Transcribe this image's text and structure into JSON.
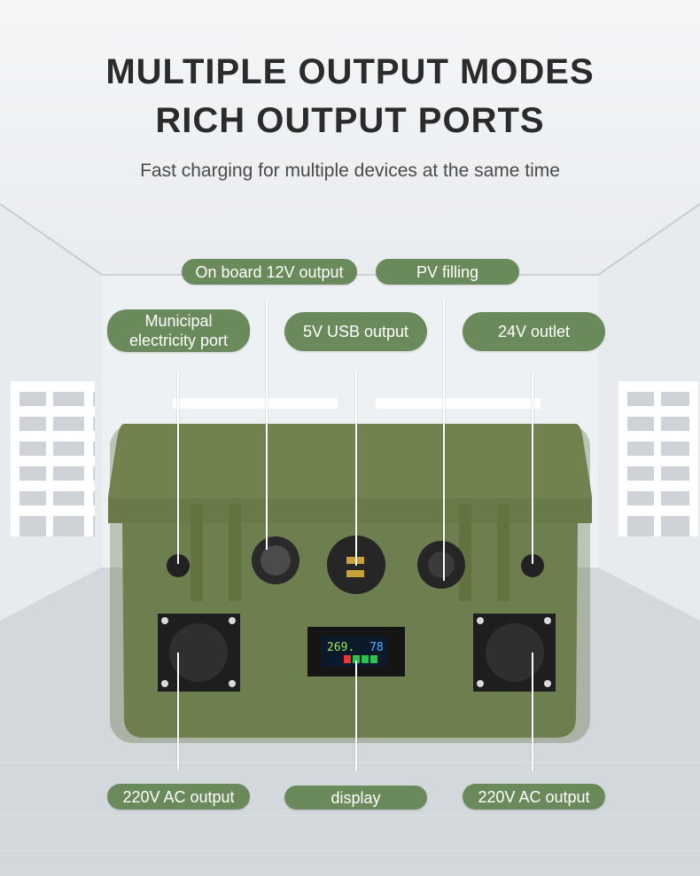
{
  "heading": {
    "line1": "MULTIPLE OUTPUT MODES",
    "line2": "RICH OUTPUT PORTS",
    "subtitle": "Fast charging for multiple devices at the same time"
  },
  "labels": {
    "onboard_12v": "On board 12V output",
    "pv_filling": "PV filling",
    "municipal_line1": "Municipal",
    "municipal_line2": "electricity port",
    "usb_5v": "5V USB output",
    "outlet_24v": "24V outlet",
    "ac_left": "220V AC output",
    "display": "display",
    "ac_right": "220V AC output"
  },
  "display_readout": {
    "voltage": "269.",
    "percent": "78"
  },
  "colors": {
    "pill_green": "#6b8a5c",
    "case_green": "#6e7f4f",
    "title": "#2b2b2b"
  }
}
